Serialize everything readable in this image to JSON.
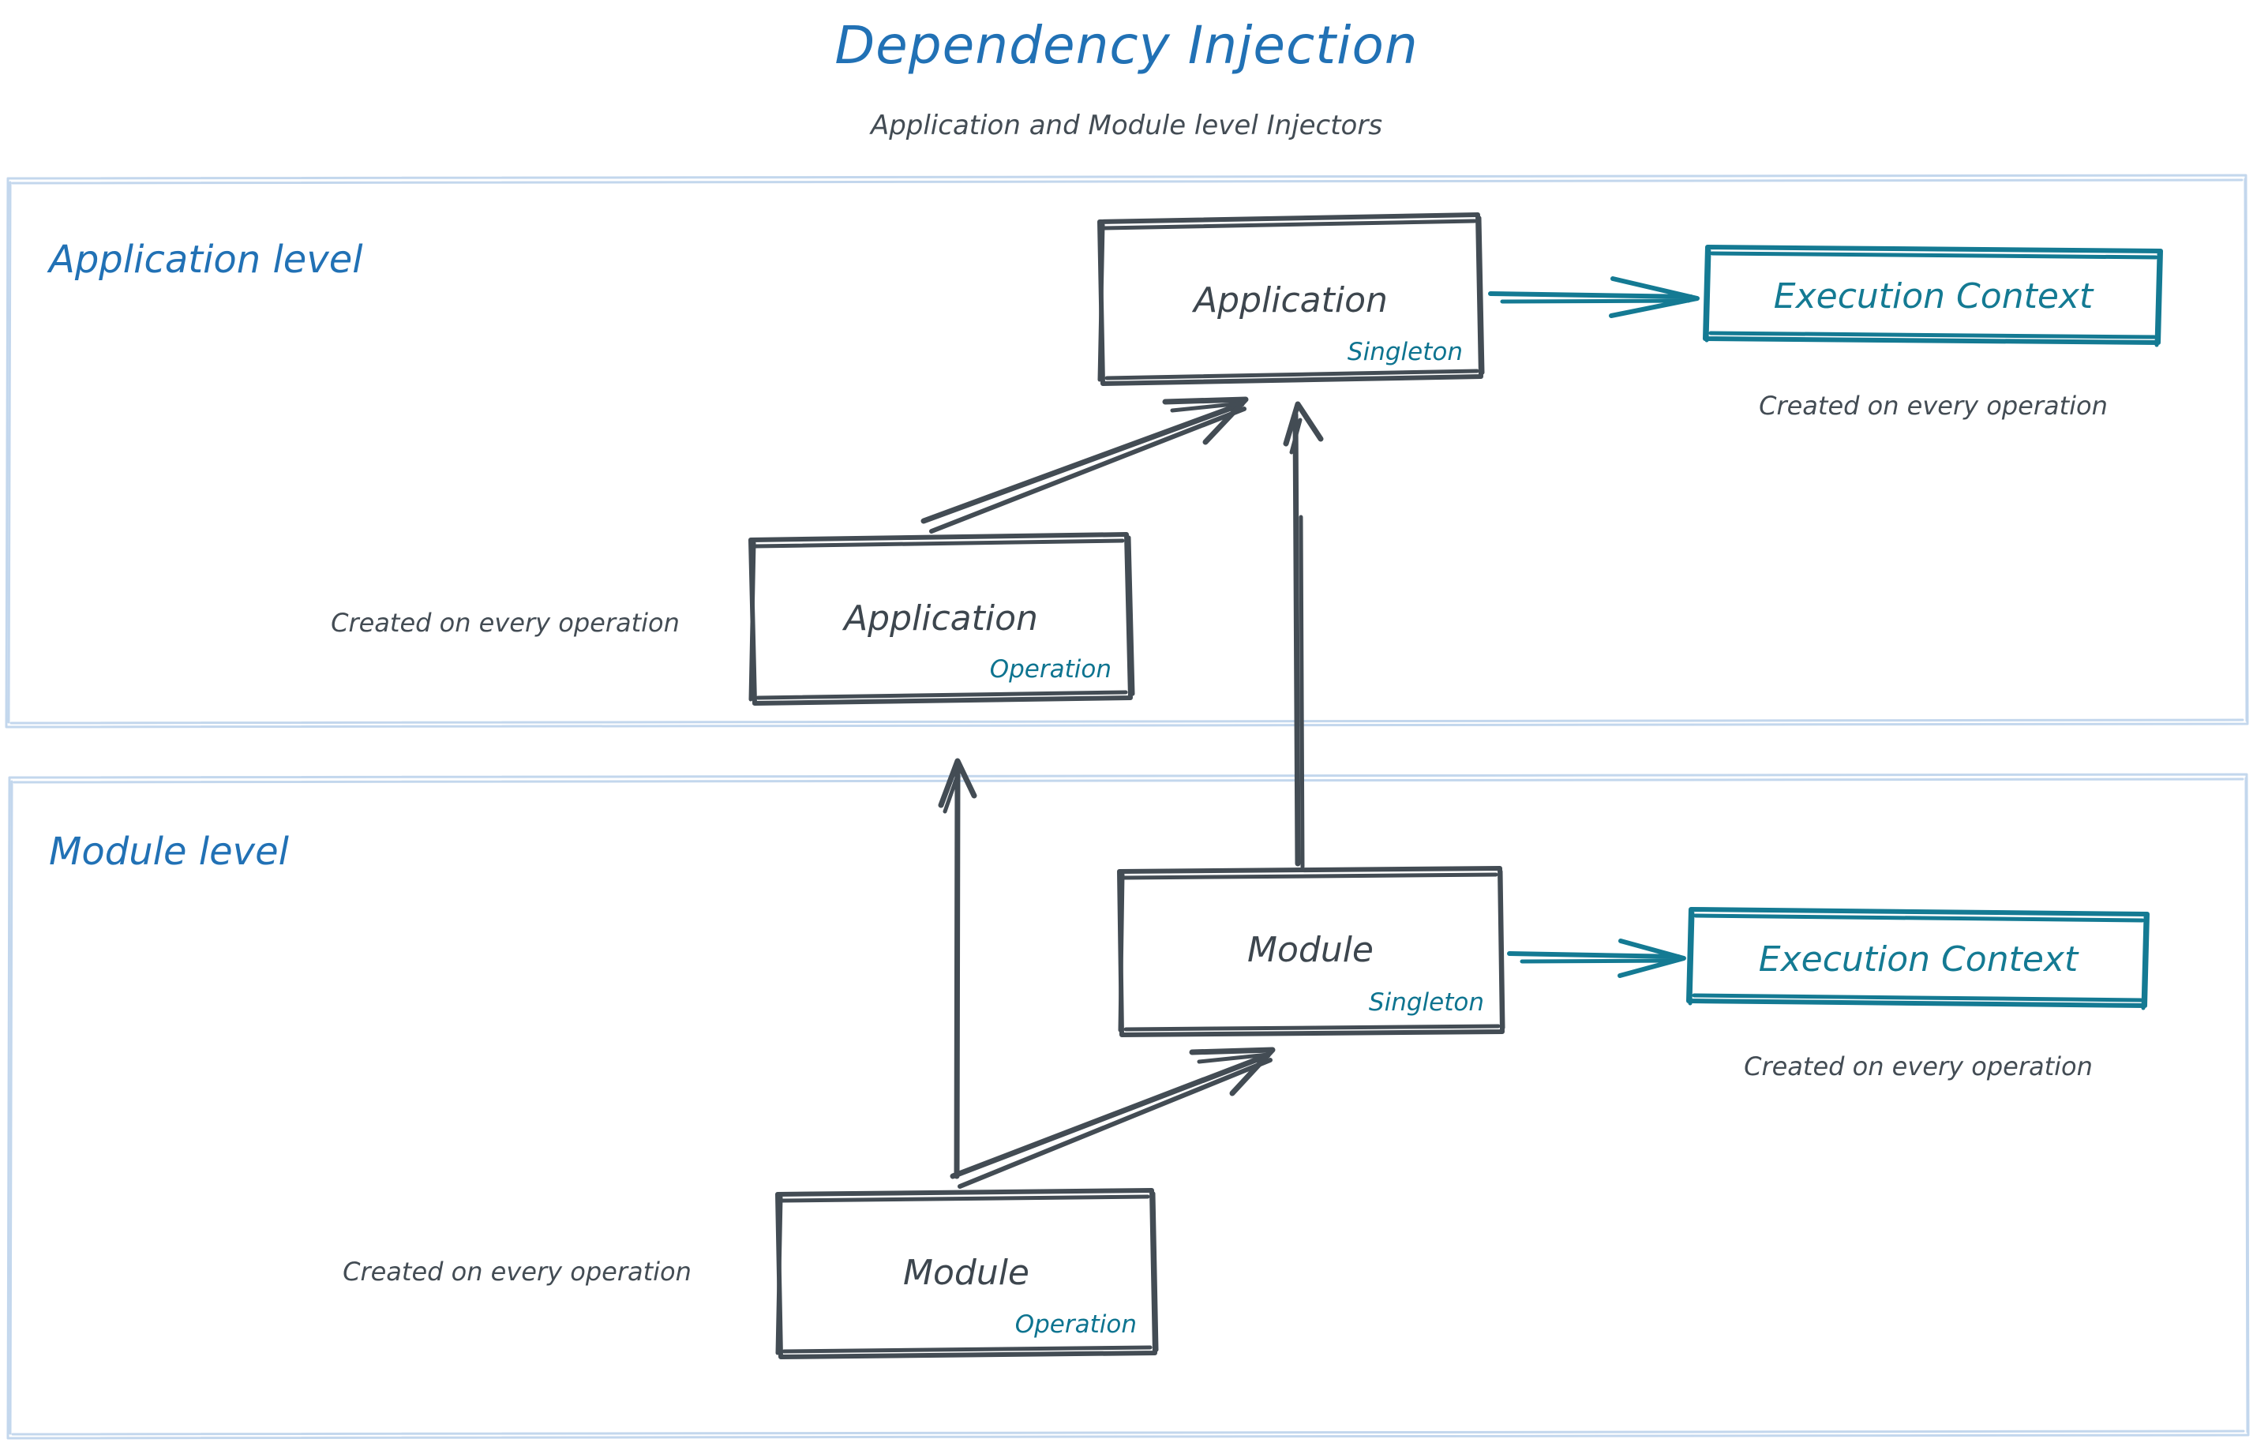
{
  "header": {
    "title": "Dependency Injection",
    "subtitle": "Application and Module level Injectors"
  },
  "colors": {
    "title_blue": "#2171b5",
    "ink_dark": "#434c54",
    "accent_teal": "#147a93",
    "section_border": "#c3d7ed",
    "background": "#ffffff"
  },
  "sections": [
    {
      "id": "application-level",
      "label": "Application level",
      "nodes": [
        {
          "id": "application-singleton",
          "title": "Application",
          "scope": "Singleton",
          "scope_color": "#0e7490"
        },
        {
          "id": "application-execution-context",
          "title": "Execution Context",
          "caption": "Created on every operation",
          "style": "teal"
        },
        {
          "id": "application-operation",
          "title": "Application",
          "scope": "Operation",
          "scope_color": "#0e7490",
          "caption": "Created on every operation"
        }
      ]
    },
    {
      "id": "module-level",
      "label": "Module level",
      "nodes": [
        {
          "id": "module-singleton",
          "title": "Module",
          "scope": "Singleton",
          "scope_color": "#0e7490"
        },
        {
          "id": "module-execution-context",
          "title": "Execution Context",
          "caption": "Created on every operation",
          "style": "teal"
        },
        {
          "id": "module-operation",
          "title": "Module",
          "scope": "Operation",
          "scope_color": "#0e7490",
          "caption": "Created on every operation"
        }
      ]
    }
  ],
  "labels": {
    "app_singleton_title": "Application",
    "app_singleton_scope": "Singleton",
    "app_exec_ctx": "Execution Context",
    "app_exec_ctx_caption": "Created on every operation",
    "app_operation_title": "Application",
    "app_operation_scope": "Operation",
    "app_operation_caption": "Created on every operation",
    "mod_singleton_title": "Module",
    "mod_singleton_scope": "Singleton",
    "mod_exec_ctx": "Execution Context",
    "mod_exec_ctx_caption": "Created on every operation",
    "mod_operation_title": "Module",
    "mod_operation_scope": "Operation",
    "mod_operation_caption": "Created on every operation",
    "section_application": "Application level",
    "section_module": "Module level"
  },
  "edges": [
    {
      "id": "app-singleton-to-exec-ctx",
      "from": "application-singleton",
      "to": "application-execution-context",
      "color": "#147a93",
      "direction": "right"
    },
    {
      "id": "app-operation-to-app-singleton",
      "from": "application-operation",
      "to": "application-singleton",
      "color": "#434c54",
      "direction": "up-right"
    },
    {
      "id": "module-singleton-to-app-singleton",
      "from": "module-singleton",
      "to": "application-singleton",
      "color": "#434c54",
      "direction": "up"
    },
    {
      "id": "module-singleton-to-exec-ctx",
      "from": "module-singleton",
      "to": "module-execution-context",
      "color": "#147a93",
      "direction": "right"
    },
    {
      "id": "module-operation-to-module-singleton",
      "from": "module-operation",
      "to": "module-singleton",
      "color": "#434c54",
      "direction": "up-right"
    },
    {
      "id": "module-operation-to-app-operation",
      "from": "module-operation",
      "to": "application-operation",
      "color": "#434c54",
      "direction": "up"
    }
  ]
}
